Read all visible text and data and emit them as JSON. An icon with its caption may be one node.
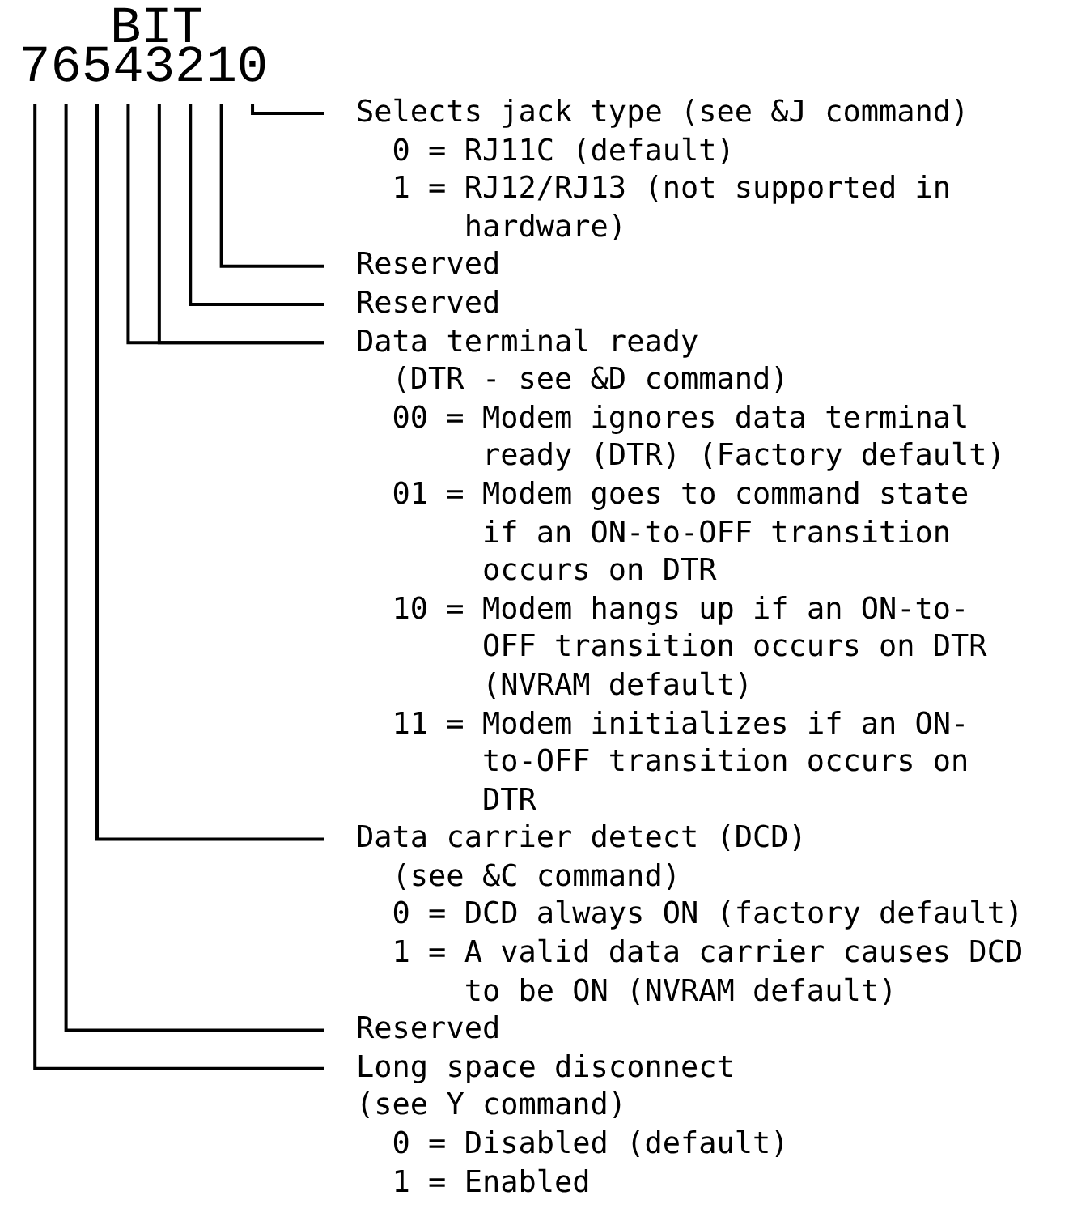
{
  "diagram": {
    "nodes": [
      {
        "text": [
          "7"
        ]
      },
      {
        "text": [
          "6"
        ]
      },
      {
        "text": [
          "5"
        ]
      },
      {
        "text": [
          "4"
        ]
      },
      {
        "text": [
          "3"
        ]
      },
      {
        "text": [
          "2"
        ]
      },
      {
        "text": [
          "1"
        ]
      },
      {
        "text": [
          "0"
        ]
      },
      {
        "text": [
          "Selects jack type (see &J command)",
          "0 = RJ11C (default)",
          "1 = RJ12/RJ13 (not supported in hardware)"
        ]
      },
      {
        "text": [
          "Reserved"
        ]
      },
      {
        "text": [
          "Reserved"
        ]
      },
      {
        "text": [
          "Data terminal ready",
          "(DTR - see &D command)",
          "00 = Modem ignores data terminal ready (DTR) (Factory default)",
          "01 = Modem goes to command state if an ON-to-OFF transition occurs on DTR",
          "10 = Modem hangs up if an ON-to-OFF transition occurs on DTR (NVRAM default)",
          "11 = Modem initializes if an ON-to-OFF transition occurs on DTR"
        ]
      },
      {
        "text": [
          "Data carrier detect (DCD)",
          "(see &C command)",
          "0 = DCD always ON (factory default)",
          "1 = A valid data carrier causes DCD to be ON (NVRAM default)"
        ]
      },
      {
        "text": [
          "Reserved"
        ]
      },
      {
        "text": [
          "Long space disconnect",
          "(see Y command)",
          "0 = Disabled (default)",
          "1 = Enabled"
        ]
      }
    ],
    "edges": [
      {
        "from": 7,
        "to": 8,
        "arrow": "none"
      },
      {
        "from": 6,
        "to": 9,
        "arrow": "none"
      },
      {
        "from": 5,
        "to": 10,
        "arrow": "none"
      },
      {
        "from": 4,
        "to": 11,
        "arrow": "none"
      },
      {
        "from": 3,
        "to": 11,
        "arrow": "none"
      },
      {
        "from": 2,
        "to": 12,
        "arrow": "none"
      },
      {
        "from": 1,
        "to": 13,
        "arrow": "none"
      },
      {
        "from": 0,
        "to": 14,
        "arrow": "none"
      }
    ],
    "labels": [
      "BIT"
    ]
  }
}
